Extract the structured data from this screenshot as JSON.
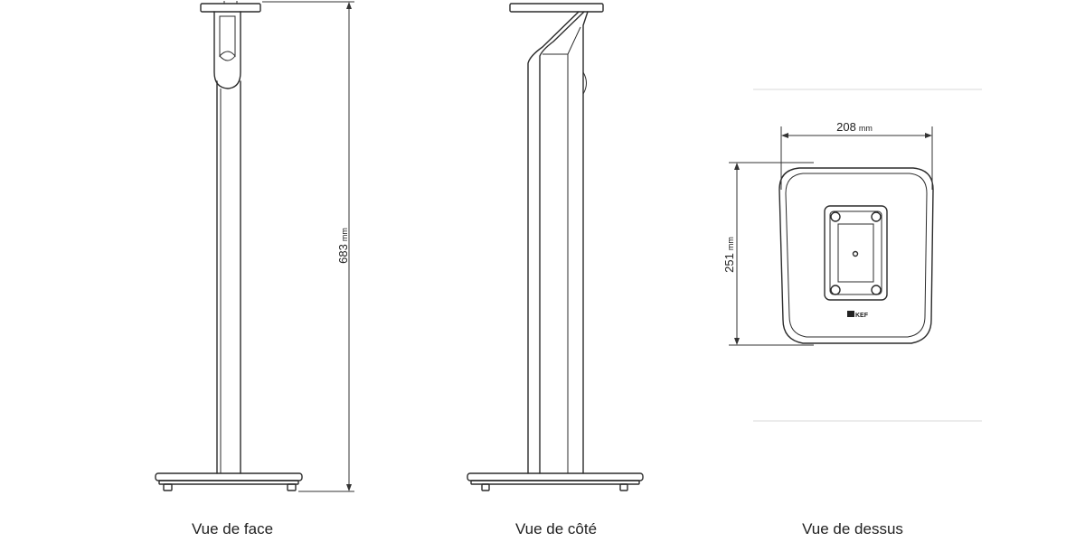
{
  "captions": {
    "front": "Vue de face",
    "side": "Vue de côté",
    "top": "Vue de dessus"
  },
  "dimensions": {
    "height": {
      "value": "683",
      "unit": "mm"
    },
    "width": {
      "value": "208",
      "unit": "mm"
    },
    "depth": {
      "value": "251",
      "unit": "mm"
    }
  },
  "brand": {
    "logo": "KEF"
  },
  "colors": {
    "line": "#2b2b2b",
    "guide": "#d8d8d8"
  }
}
